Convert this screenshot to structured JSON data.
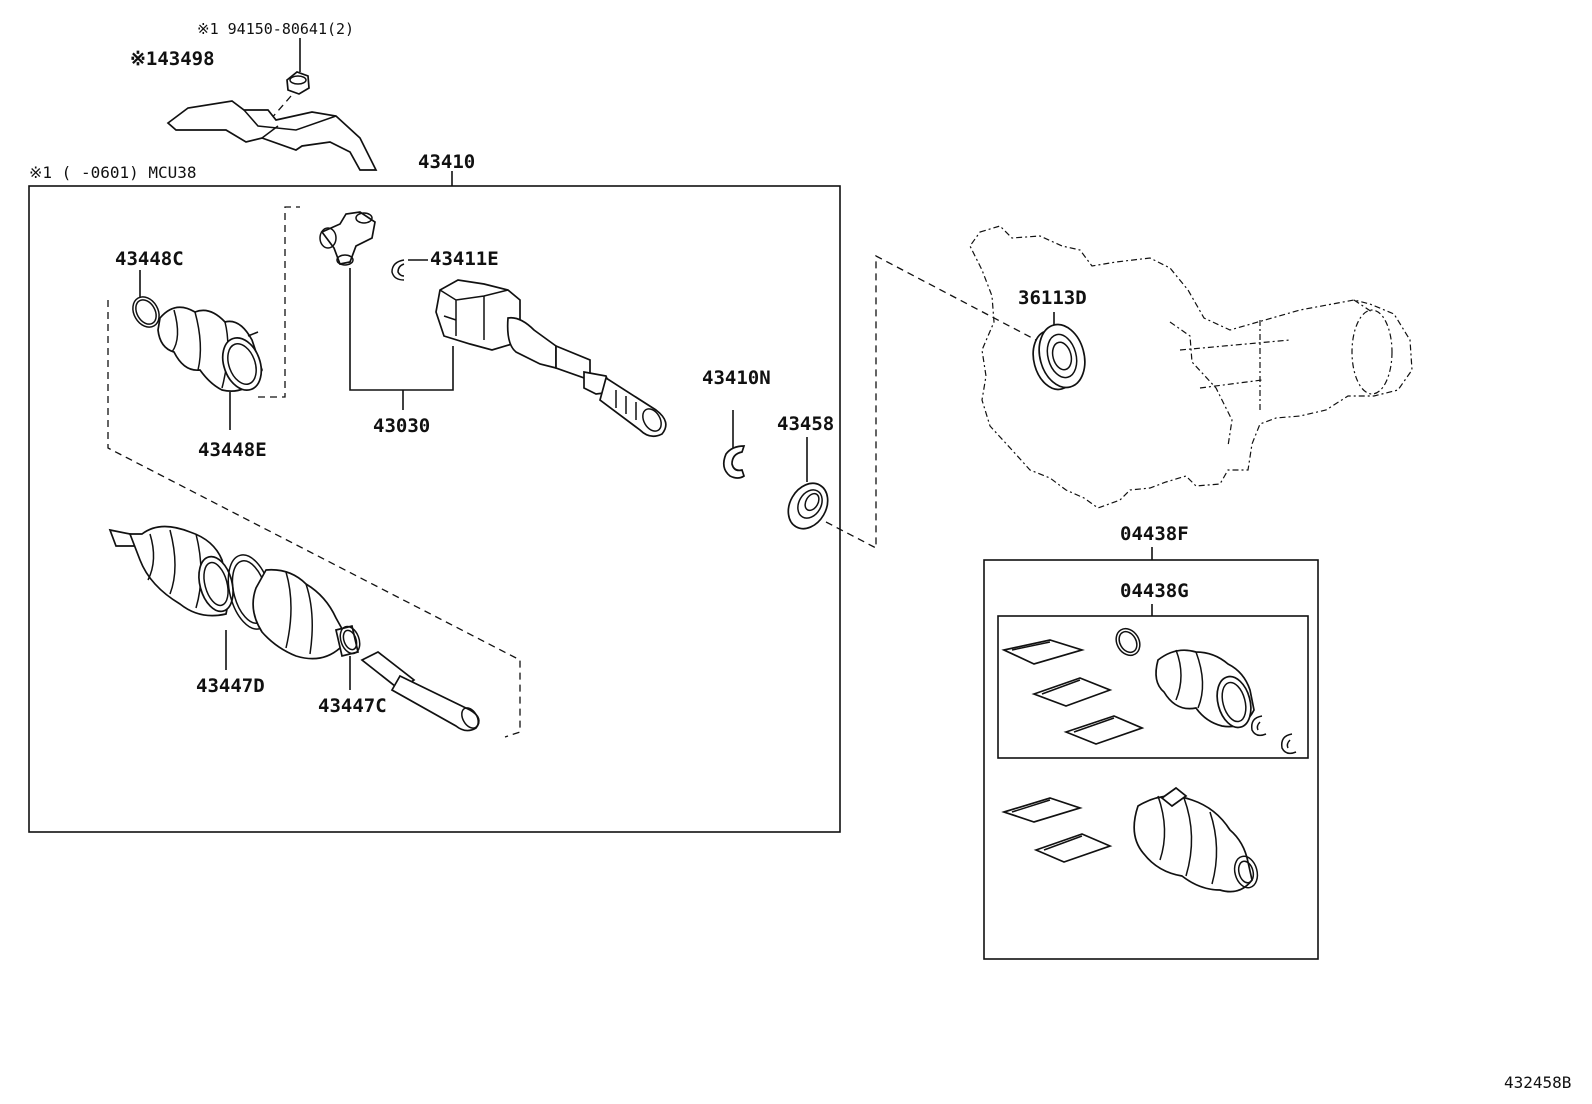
{
  "diagram": {
    "reference_number": "432458B",
    "box_main_label": "43410",
    "note_header": "※1 (      -0601) MCU38",
    "kit_outer_label": "04438F",
    "kit_inner_label": "04438G",
    "parts": {
      "bolt_note": "※1 94150-80641(2)",
      "cover": "※143498",
      "boot_clamp_small": "43448C",
      "boot_clamp_large": "43448E",
      "tripod_set": "43030",
      "snap_ring_inner": "43411E",
      "snap_ring_outer": "43410N",
      "dust_seal": "43458",
      "oil_seal": "36113D",
      "boot_outer_clamp_large": "43447D",
      "boot_outer_clamp_small": "43447C"
    }
  }
}
